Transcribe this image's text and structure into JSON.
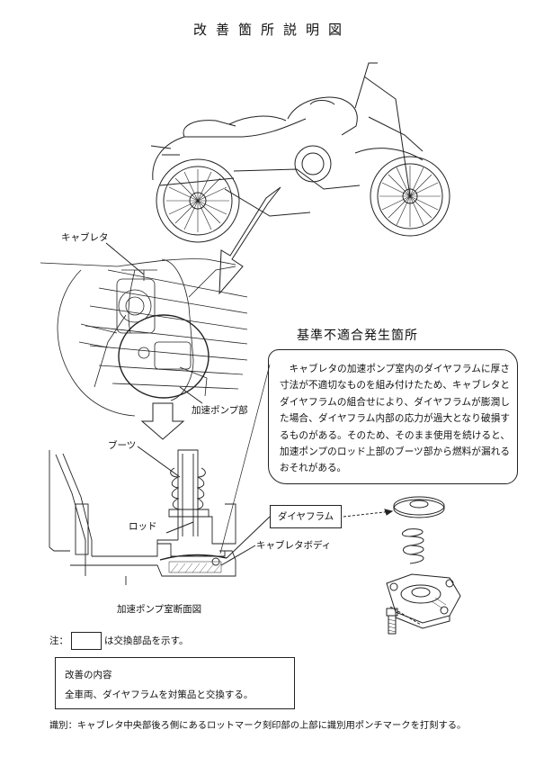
{
  "title": "改善箇所説明図",
  "labels": {
    "carburetor": "キャブレタ",
    "pump_section": "加速ポンプ部",
    "boots": "ブーツ",
    "rod": "ロッド",
    "carburetor_body": "キャブレタボディ",
    "cross_section": "加速ポンプ室断面図",
    "diaphragm": "ダイヤフラム"
  },
  "defect": {
    "heading": "基準不適合発生箇所",
    "text": "キャブレタの加速ポンプ室内のダイヤフラムに厚さ寸法が不適切なものを組み付けたため、キャブレタとダイヤフラムの組合せにより、ダイヤフラムが膨潤した場合、ダイヤフラム内部の応力が過大となり破損するものがある。そのため、そのまま使用を続けると、加速ポンプのロッド上部のブーツ部から燃料が漏れるおそれがある。"
  },
  "note": {
    "prefix": "注：",
    "suffix": "は交換部品を示す。"
  },
  "improvement": {
    "heading": "改善の内容",
    "text": "全車両、ダイヤフラムを対策品と交換する。"
  },
  "identification": "識別：キャブレタ中央部後ろ側にあるロットマーク刻印部の上部に識別用ポンチマークを打刻する。"
}
